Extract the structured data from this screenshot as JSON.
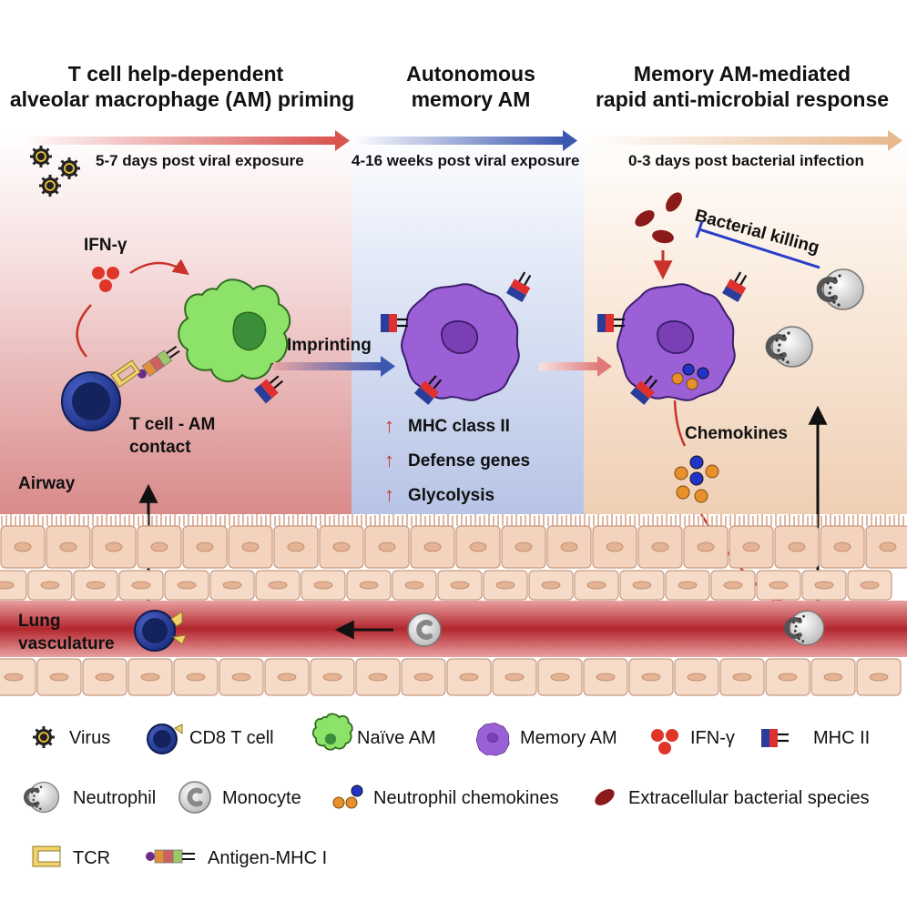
{
  "headers": {
    "phase1": [
      "T cell help-dependent",
      "alveolar macrophage (AM) priming"
    ],
    "phase2": [
      "Autonomous",
      "memory AM"
    ],
    "phase3": [
      "Memory AM-mediated",
      "rapid anti-microbial response"
    ]
  },
  "timeline": {
    "phase1": "5-7 days post viral exposure",
    "phase2": "4-16 weeks post viral exposure",
    "phase3": "0-3 days post bacterial infection"
  },
  "labels": {
    "ifng": "IFN-γ",
    "contact": [
      "T cell - AM",
      "contact"
    ],
    "imprinting": "Imprinting",
    "airway": "Airway",
    "vasculature": [
      "Lung",
      "vasculature"
    ],
    "bacterial_killing": "Bacterial killing",
    "chemokines": "Chemokines"
  },
  "upregulated": [
    "MHC class II",
    "Defense genes",
    "Glycolysis"
  ],
  "legend": {
    "virus": "Virus",
    "cd8": "CD8 T cell",
    "naive_am": "Naïve AM",
    "memory_am": "Memory AM",
    "ifng": "IFN-γ",
    "mhc2": "MHC II",
    "neutrophil": "Neutrophil",
    "monocyte": "Monocyte",
    "chemokines": "Neutrophil chemokines",
    "bacteria": "Extracellular bacterial species",
    "tcr": "TCR",
    "antigen": "Antigen-MHC I"
  },
  "colors": {
    "phase1_bg": "#e8bcbc",
    "phase2_bg": "#c9d4ec",
    "phase3_bg": "#f2d9c4",
    "naive_am": "#8de26a",
    "memory_am": "#9b5fd6",
    "t_cell": "#1b2f80",
    "ifng": "#e0362a",
    "bacteria": "#8b1a1a",
    "red_arrow": "#c9332a",
    "blue_arrow": "#3b57b0",
    "vasculature": "#b3262e"
  }
}
